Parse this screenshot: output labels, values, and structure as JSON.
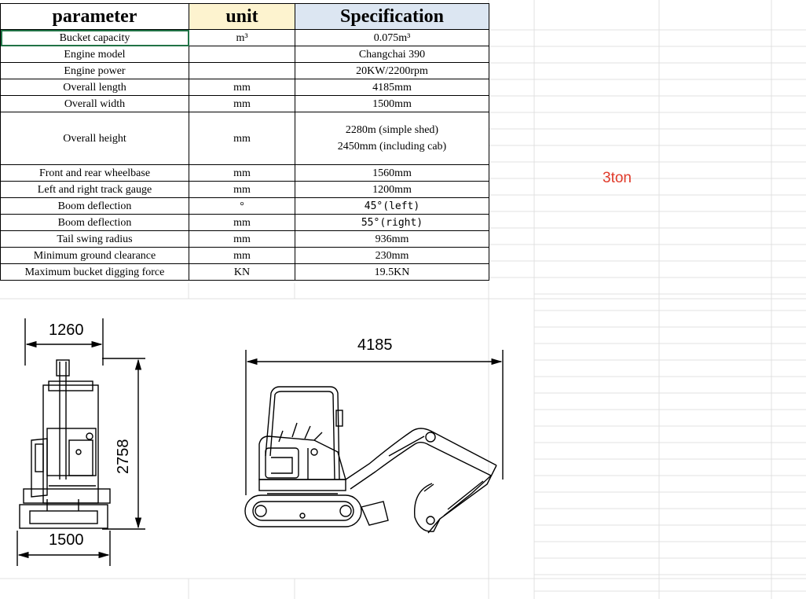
{
  "table": {
    "headers": {
      "parameter": "parameter",
      "unit": "unit",
      "specification": "Specification"
    },
    "rows": [
      {
        "parameter": "Bucket capacity",
        "unit": "m³",
        "spec": [
          "0.075m³"
        ]
      },
      {
        "parameter": "Engine model",
        "unit": "",
        "spec": [
          "Changchai 390"
        ]
      },
      {
        "parameter": "Engine power",
        "unit": "",
        "spec": [
          "20KW/2200rpm"
        ]
      },
      {
        "parameter": "Overall length",
        "unit": "mm",
        "spec": [
          "4185mm"
        ]
      },
      {
        "parameter": "Overall width",
        "unit": "mm",
        "spec": [
          "1500mm"
        ]
      },
      {
        "parameter": "Overall height",
        "unit": "mm",
        "spec": [
          "2280m (simple shed)",
          "2450mm (including cab)"
        ]
      },
      {
        "parameter": "Front and rear wheelbase",
        "unit": "mm",
        "spec": [
          "1560mm"
        ]
      },
      {
        "parameter": "Left and right track gauge",
        "unit": "mm",
        "spec": [
          "1200mm"
        ]
      },
      {
        "parameter": "Boom deflection",
        "unit": "°",
        "spec": [
          "45°(left)"
        ]
      },
      {
        "parameter": "Boom deflection",
        "unit": "mm",
        "spec": [
          "55°(right)"
        ]
      },
      {
        "parameter": "Tail swing radius",
        "unit": "mm",
        "spec": [
          "936mm"
        ]
      },
      {
        "parameter": "Minimum ground clearance",
        "unit": "mm",
        "spec": [
          "230mm"
        ]
      },
      {
        "parameter": "Maximum bucket digging force",
        "unit": "KN",
        "spec": [
          "19.5KN"
        ]
      }
    ]
  },
  "note": "3ton",
  "drawing": {
    "front_top_dim": "1260",
    "front_height_dim": "2758",
    "front_bottom_dim": "1500",
    "side_length_dim": "4185"
  },
  "colors": {
    "selection": "#217346",
    "unit_header": "#fdf3cf",
    "spec_header": "#dce6f2",
    "note": "#e03a2a"
  }
}
